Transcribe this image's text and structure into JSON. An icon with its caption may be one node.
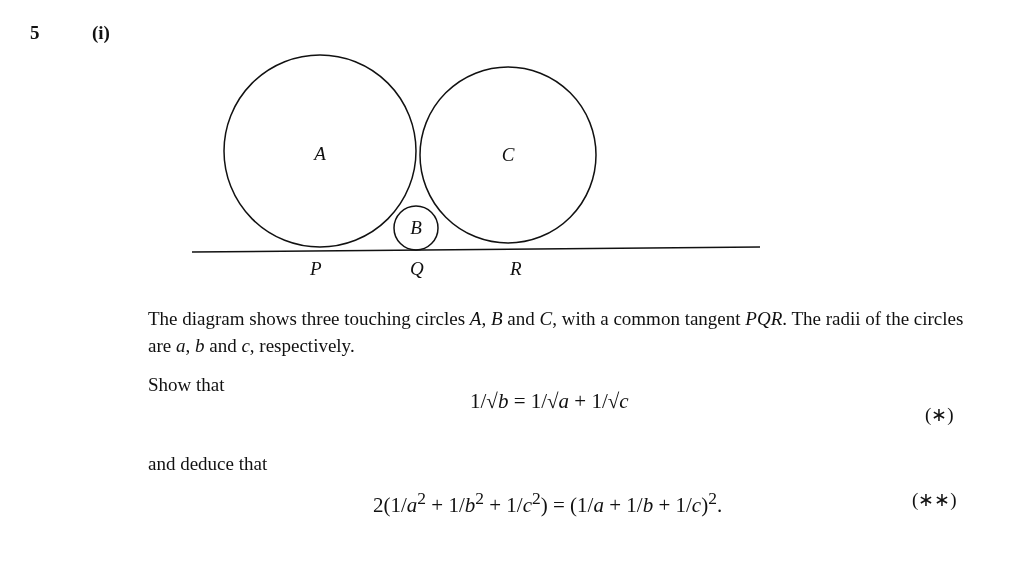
{
  "diagram": {
    "nodes": [
      {
        "text": [
          "A"
        ]
      },
      {
        "text": [
          "B"
        ]
      },
      {
        "text": [
          "C"
        ]
      }
    ],
    "labels": [
      "5",
      "(i)",
      "P",
      "Q",
      "R",
      "The diagram shows three touching circles *A*, *B* and *C*, with a common tangent *PQR*. The radii of the circles are *a*, *b* and *c*, respectively.",
      "Show that",
      "1/√*b* = 1/√*a* + 1/√*c*",
      "(∗)",
      "and deduce that",
      "2(1/*a*$^{2}$ + 1/*b*$^{2}$ + 1/*c*$^{2}$) = (1/*a* + 1/*b* + 1/*c*)$^{2}$.",
      "(∗∗)"
    ]
  }
}
